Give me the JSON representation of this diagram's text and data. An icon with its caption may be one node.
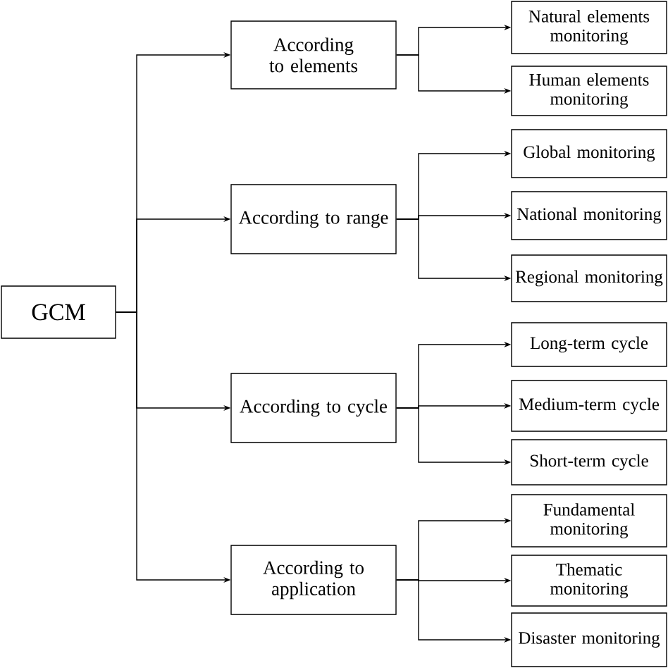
{
  "diagram": {
    "nodes": [
      {
        "text": [
          "GCM"
        ]
      },
      {
        "text": [
          "According to elements"
        ]
      },
      {
        "text": [
          "According to range"
        ]
      },
      {
        "text": [
          "According to cycle"
        ]
      },
      {
        "text": [
          "According to application"
        ]
      },
      {
        "text": [
          "Natural elements monitoring"
        ]
      },
      {
        "text": [
          "Human elements monitoring"
        ]
      },
      {
        "text": [
          "Global monitoring"
        ]
      },
      {
        "text": [
          "National monitoring"
        ]
      },
      {
        "text": [
          "Regional monitoring"
        ]
      },
      {
        "text": [
          "Long-term cycle"
        ]
      },
      {
        "text": [
          "Medium-term cycle"
        ]
      },
      {
        "text": [
          "Short-term cycle"
        ]
      },
      {
        "text": [
          "Fundamental monitoring"
        ]
      },
      {
        "text": [
          "Thematic monitoring"
        ]
      },
      {
        "text": [
          "Disaster monitoring"
        ]
      }
    ],
    "edges": [
      {
        "from": 0,
        "to": 1,
        "arrow": "to"
      },
      {
        "from": 0,
        "to": 2,
        "arrow": "to"
      },
      {
        "from": 0,
        "to": 3,
        "arrow": "to"
      },
      {
        "from": 0,
        "to": 4,
        "arrow": "to"
      },
      {
        "from": 1,
        "to": 5,
        "arrow": "to"
      },
      {
        "from": 1,
        "to": 6,
        "arrow": "to"
      },
      {
        "from": 2,
        "to": 7,
        "arrow": "to"
      },
      {
        "from": 2,
        "to": 8,
        "arrow": "to"
      },
      {
        "from": 2,
        "to": 9,
        "arrow": "to"
      },
      {
        "from": 3,
        "to": 10,
        "arrow": "to"
      },
      {
        "from": 3,
        "to": 11,
        "arrow": "to"
      },
      {
        "from": 3,
        "to": 12,
        "arrow": "to"
      },
      {
        "from": 4,
        "to": 13,
        "arrow": "to"
      },
      {
        "from": 4,
        "to": 14,
        "arrow": "to"
      },
      {
        "from": 4,
        "to": 15,
        "arrow": "to"
      }
    ]
  }
}
